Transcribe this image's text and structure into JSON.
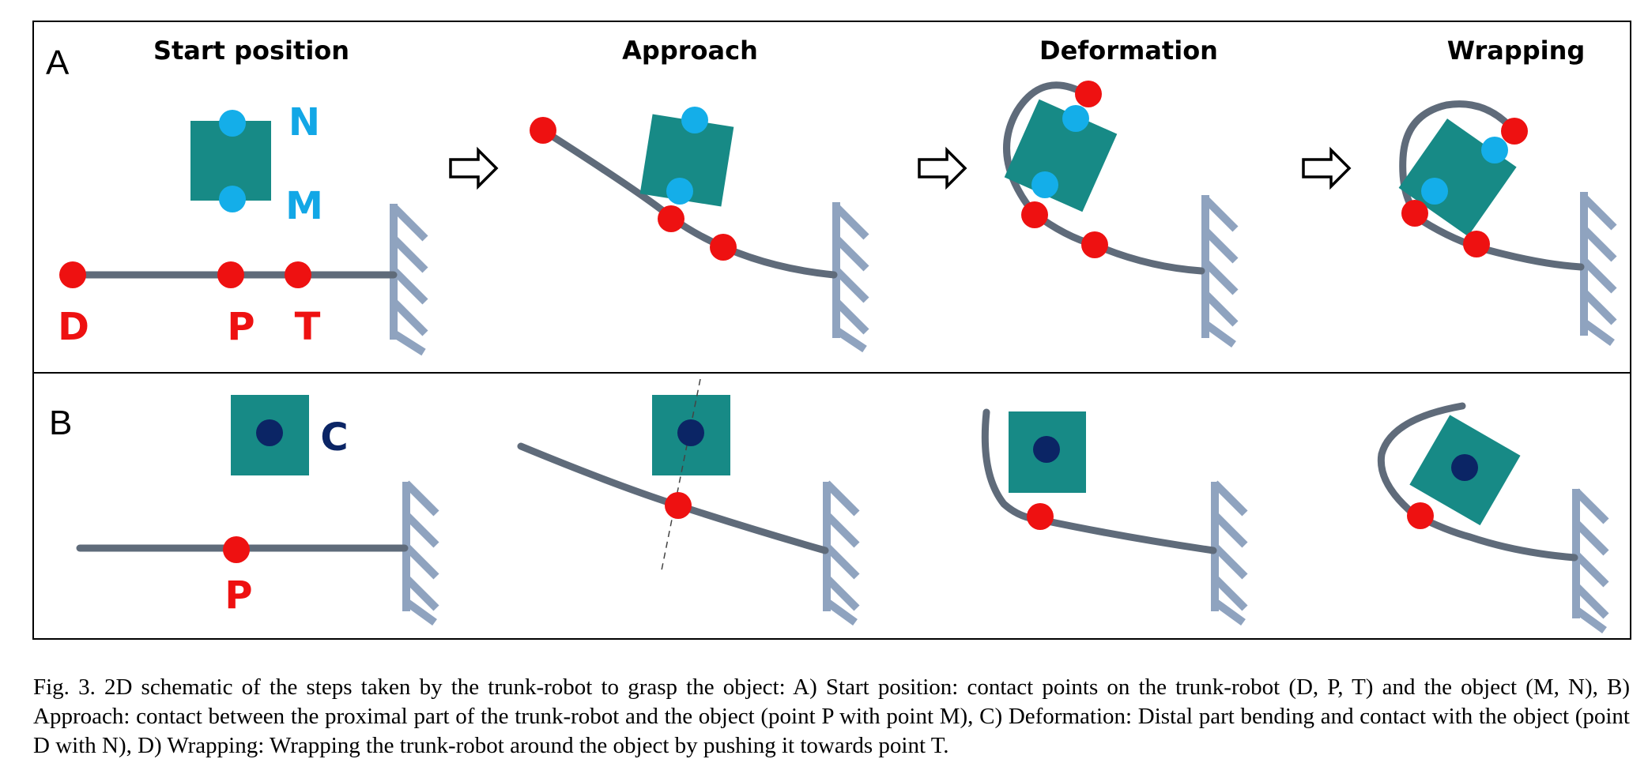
{
  "panels": {
    "a": {
      "letter": "A"
    },
    "b": {
      "letter": "B"
    }
  },
  "stages": {
    "start": "Start position",
    "approach": "Approach",
    "deformation": "Deformation",
    "wrapping": "Wrapping"
  },
  "points": {
    "d": "D",
    "p": "P",
    "t": "T",
    "m": "M",
    "n": "N",
    "c": "C",
    "p_b": "P"
  },
  "colors": {
    "contact_trunk": "#ee1111",
    "contact_object": "#14aee9",
    "object_center": "#0b2565",
    "object": "#178a86",
    "trunk": "#5f6b7a",
    "wall": "#8fa3bf"
  },
  "icons": {
    "transition": "hollow-right-arrow-icon",
    "fixed_support": "hatched-wall-icon"
  },
  "caption": "Fig. 3.   2D schematic of the steps taken by the trunk-robot to grasp the object: A) Start position: contact points on the trunk-robot (D, P, T) and the object (M, N), B) Approach: contact between the proximal part of the trunk-robot and the object (point P with point M), C) Deformation: Distal part bending and contact with the object (point D with N), D) Wrapping: Wrapping the trunk-robot around the object by pushing it towards point T."
}
